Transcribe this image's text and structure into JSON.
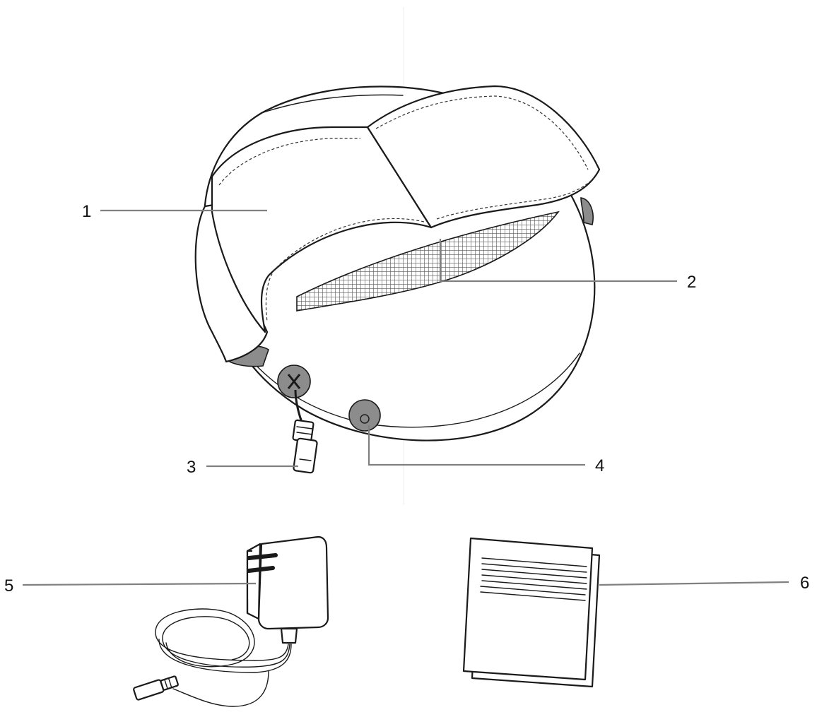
{
  "callouts": [
    {
      "id": "1",
      "label": "1"
    },
    {
      "id": "2",
      "label": "2"
    },
    {
      "id": "3",
      "label": "3"
    },
    {
      "id": "4",
      "label": "4"
    },
    {
      "id": "5",
      "label": "5"
    },
    {
      "id": "6",
      "label": "6"
    }
  ],
  "colors": {
    "leader": "#808080",
    "ink": "#1a1a1a",
    "mesh": "#555555",
    "button": "#8c8c8c"
  }
}
